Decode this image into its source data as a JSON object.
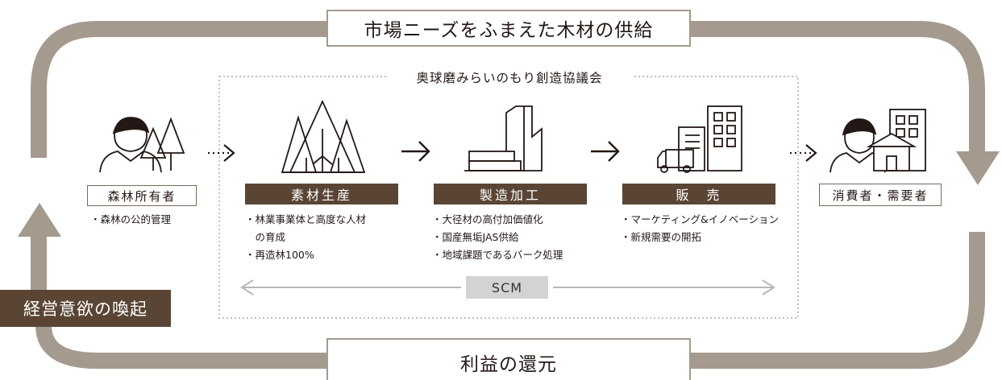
{
  "loop": {
    "top_label": "市場ニーズをふまえた木材の供給",
    "bottom_label": "利益の還元",
    "left_label": "経営意欲の喚起",
    "color": "#a49a8e"
  },
  "council": {
    "title": "奥球磨みらいのもり創造協議会"
  },
  "forest_owner": {
    "label": "森林所有者",
    "bullets": [
      "・森林の公的管理"
    ]
  },
  "stages": [
    {
      "heading": "素材生産",
      "bullets": [
        "・林業事業体と高度な人材",
        "　の育成",
        "・再造林100%"
      ]
    },
    {
      "heading": "製造加工",
      "bullets": [
        "・大径材の高付加価値化",
        "・国産無垢JAS供給",
        "・地域課題であるバーク処理"
      ]
    },
    {
      "heading": "販　売",
      "bullets": [
        "・マーケティング&イノベーション",
        "・新規需要の開拓"
      ]
    }
  ],
  "consumer": {
    "label": "消費者・需要者"
  },
  "scm": {
    "label": "SCM"
  },
  "colors": {
    "header_brown": "#5a4534",
    "scm_gray": "#d3d3d3"
  },
  "icons": [
    "person-with-trees-icon",
    "forest-icon",
    "lumber-icon",
    "delivery-truck-buildings-icon",
    "person-with-house-icon"
  ]
}
